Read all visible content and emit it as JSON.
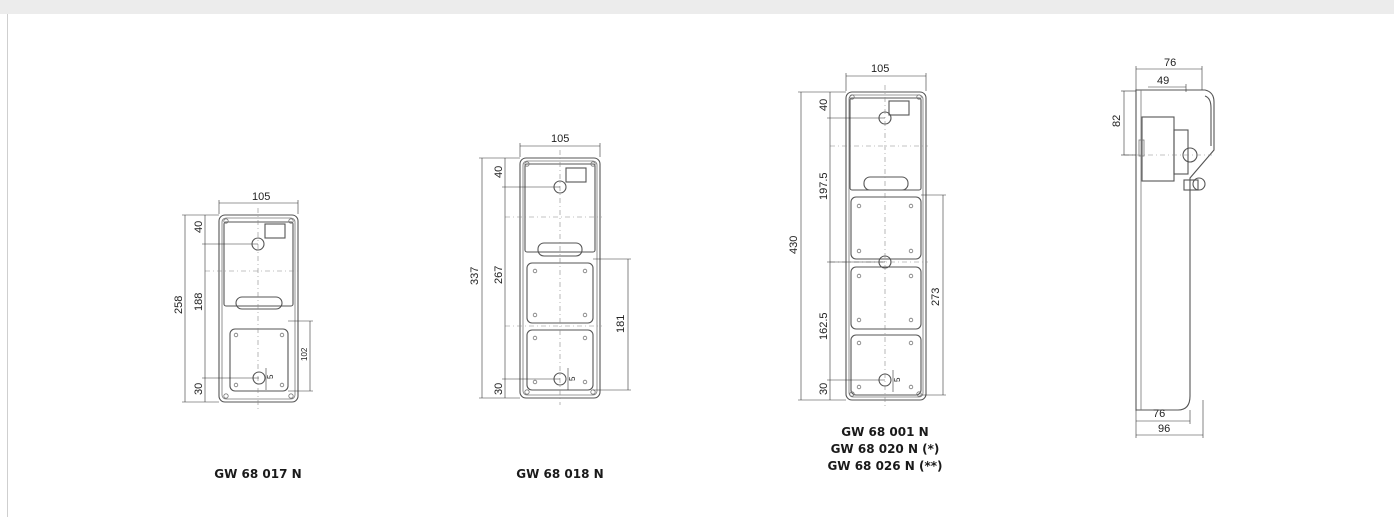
{
  "captions": {
    "d1": [
      "GW 68 017 N"
    ],
    "d2": [
      "GW 68 018 N"
    ],
    "d3": [
      "GW 68 001 N",
      "GW 68 020 N (*)",
      "GW 68 026 N (**)"
    ]
  },
  "dims": {
    "d1": {
      "width": "105",
      "height": "258",
      "top": "40",
      "middle": "188",
      "bottom": "30",
      "socket": "102",
      "offset": "5"
    },
    "d2": {
      "width": "105",
      "height": "337",
      "top": "40",
      "middle": "267",
      "bottom": "30",
      "sockets": "181",
      "offset": "5"
    },
    "d3": {
      "width": "105",
      "height": "430",
      "top": "40",
      "middle": "197.5",
      "lower": "162.5",
      "bottom": "30",
      "sockets": "273",
      "offset": "5"
    },
    "side": {
      "depth": "76",
      "inner": "49",
      "lid": "82",
      "base_depth": "76",
      "total_depth": "96"
    }
  }
}
